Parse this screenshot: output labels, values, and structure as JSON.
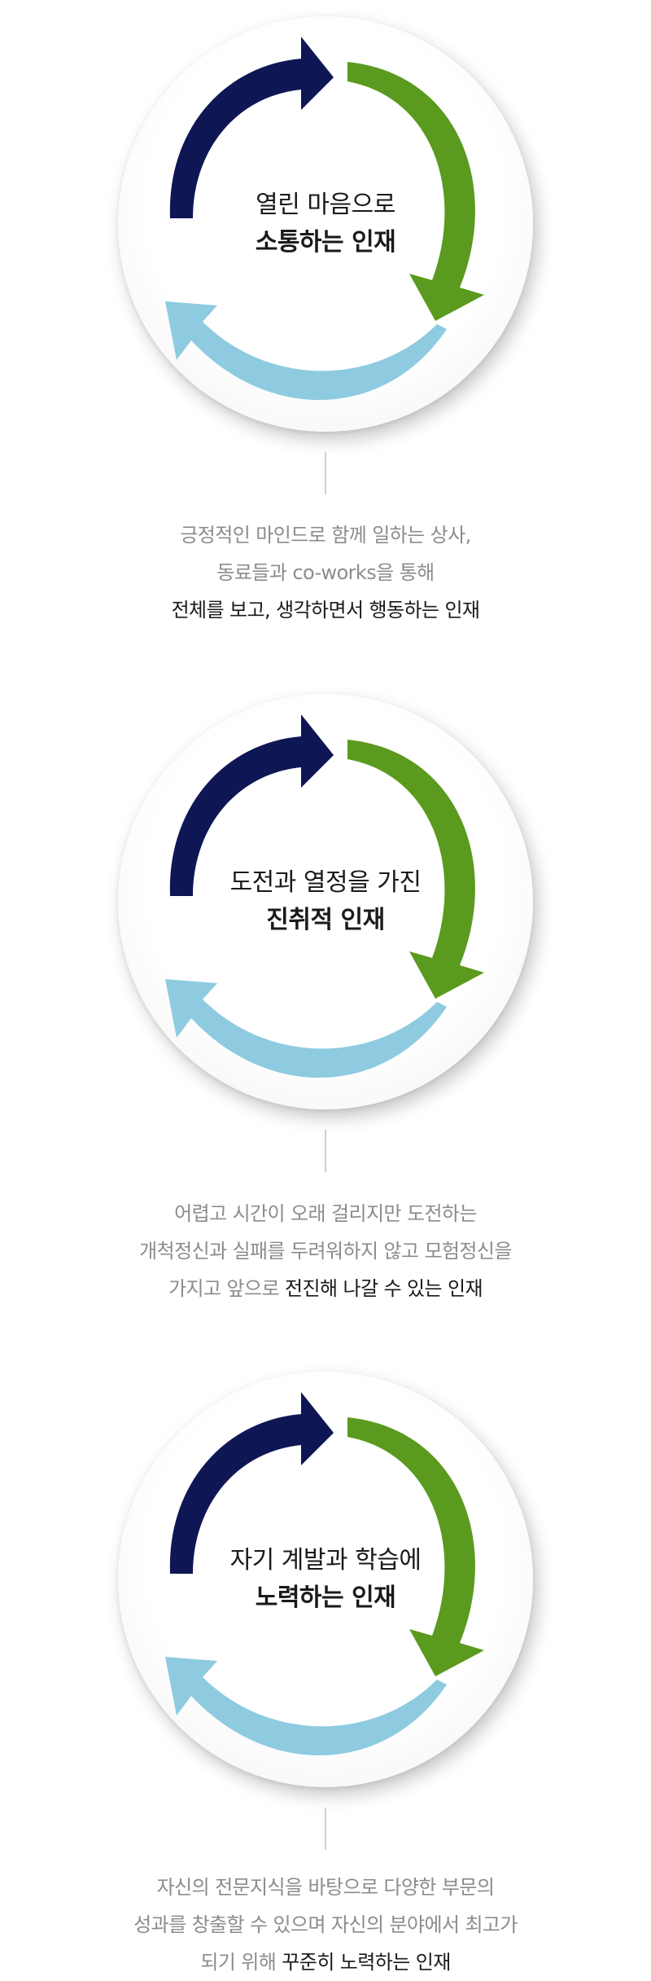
{
  "sections": [
    {
      "title_line1": "열린 마음으로",
      "title_line2": "소통하는 인재",
      "desc_line1": "긍정적인 마인드로 함께 일하는 상사,",
      "desc_line2": "동료들과 co-works을 통해",
      "desc_line3_em": "전체를 보고, 생각하면서 행동하는 인재"
    },
    {
      "title_line1": "도전과 열정을 가진",
      "title_line2": "진취적 인재",
      "desc_line1": "어렵고 시간이 오래 걸리지만 도전하는",
      "desc_line2": "개척정신과 실패를 두려워하지 않고 모험정신을",
      "desc_line3_plain": "가지고 앞으로 ",
      "desc_line3_em": "전진해 나갈 수 있는 인재"
    },
    {
      "title_line1": "자기 계발과 학습에",
      "title_line2": "노력하는 인재",
      "desc_line1": "자신의 전문지식을 바탕으로 다양한 부문의",
      "desc_line2": "성과를 창출할 수 있으며 자신의 분야에서 최고가",
      "desc_line3_plain": "되기 위해 ",
      "desc_line3_em": "꾸준히 노력하는 인재"
    }
  ],
  "colors": {
    "arrow_navy": "#0e1654",
    "arrow_green": "#5a9a1e",
    "arrow_lightblue": "#8ecbe0"
  },
  "icons": [
    "cycle-arrows-icon"
  ]
}
